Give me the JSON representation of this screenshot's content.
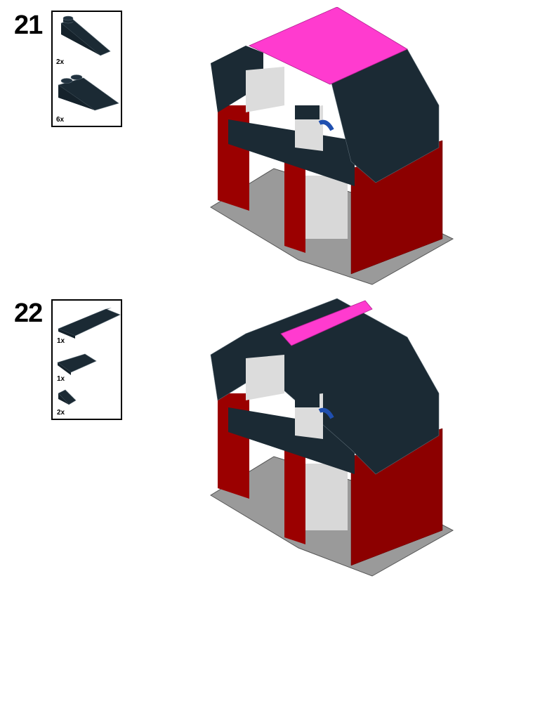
{
  "page": {
    "type": "building-instructions",
    "background": "#ffffff"
  },
  "steps": [
    {
      "number": "21",
      "parts": [
        {
          "name": "slope-1x3-dark-bluish-gray",
          "color": "#1b2a34",
          "quantity": "2x"
        },
        {
          "name": "slope-2x4-dark-bluish-gray",
          "color": "#1b2a34",
          "quantity": "6x"
        }
      ],
      "model": {
        "roof_accent_color": "#ff3bcf",
        "roof_color": "#1b2a34",
        "wall_color": "#9b0000",
        "base_color": "#a0a0a0"
      }
    },
    {
      "number": "22",
      "parts": [
        {
          "name": "slope-ridge-2x6",
          "color": "#1b2a34",
          "quantity": "1x"
        },
        {
          "name": "slope-ridge-2x3",
          "color": "#1b2a34",
          "quantity": "1x"
        },
        {
          "name": "slope-1x1",
          "color": "#1b2a34",
          "quantity": "2x"
        }
      ],
      "model": {
        "roof_accent_color": "#ff3bcf",
        "roof_color": "#1b2a34",
        "wall_color": "#9b0000",
        "base_color": "#a0a0a0"
      }
    }
  ]
}
